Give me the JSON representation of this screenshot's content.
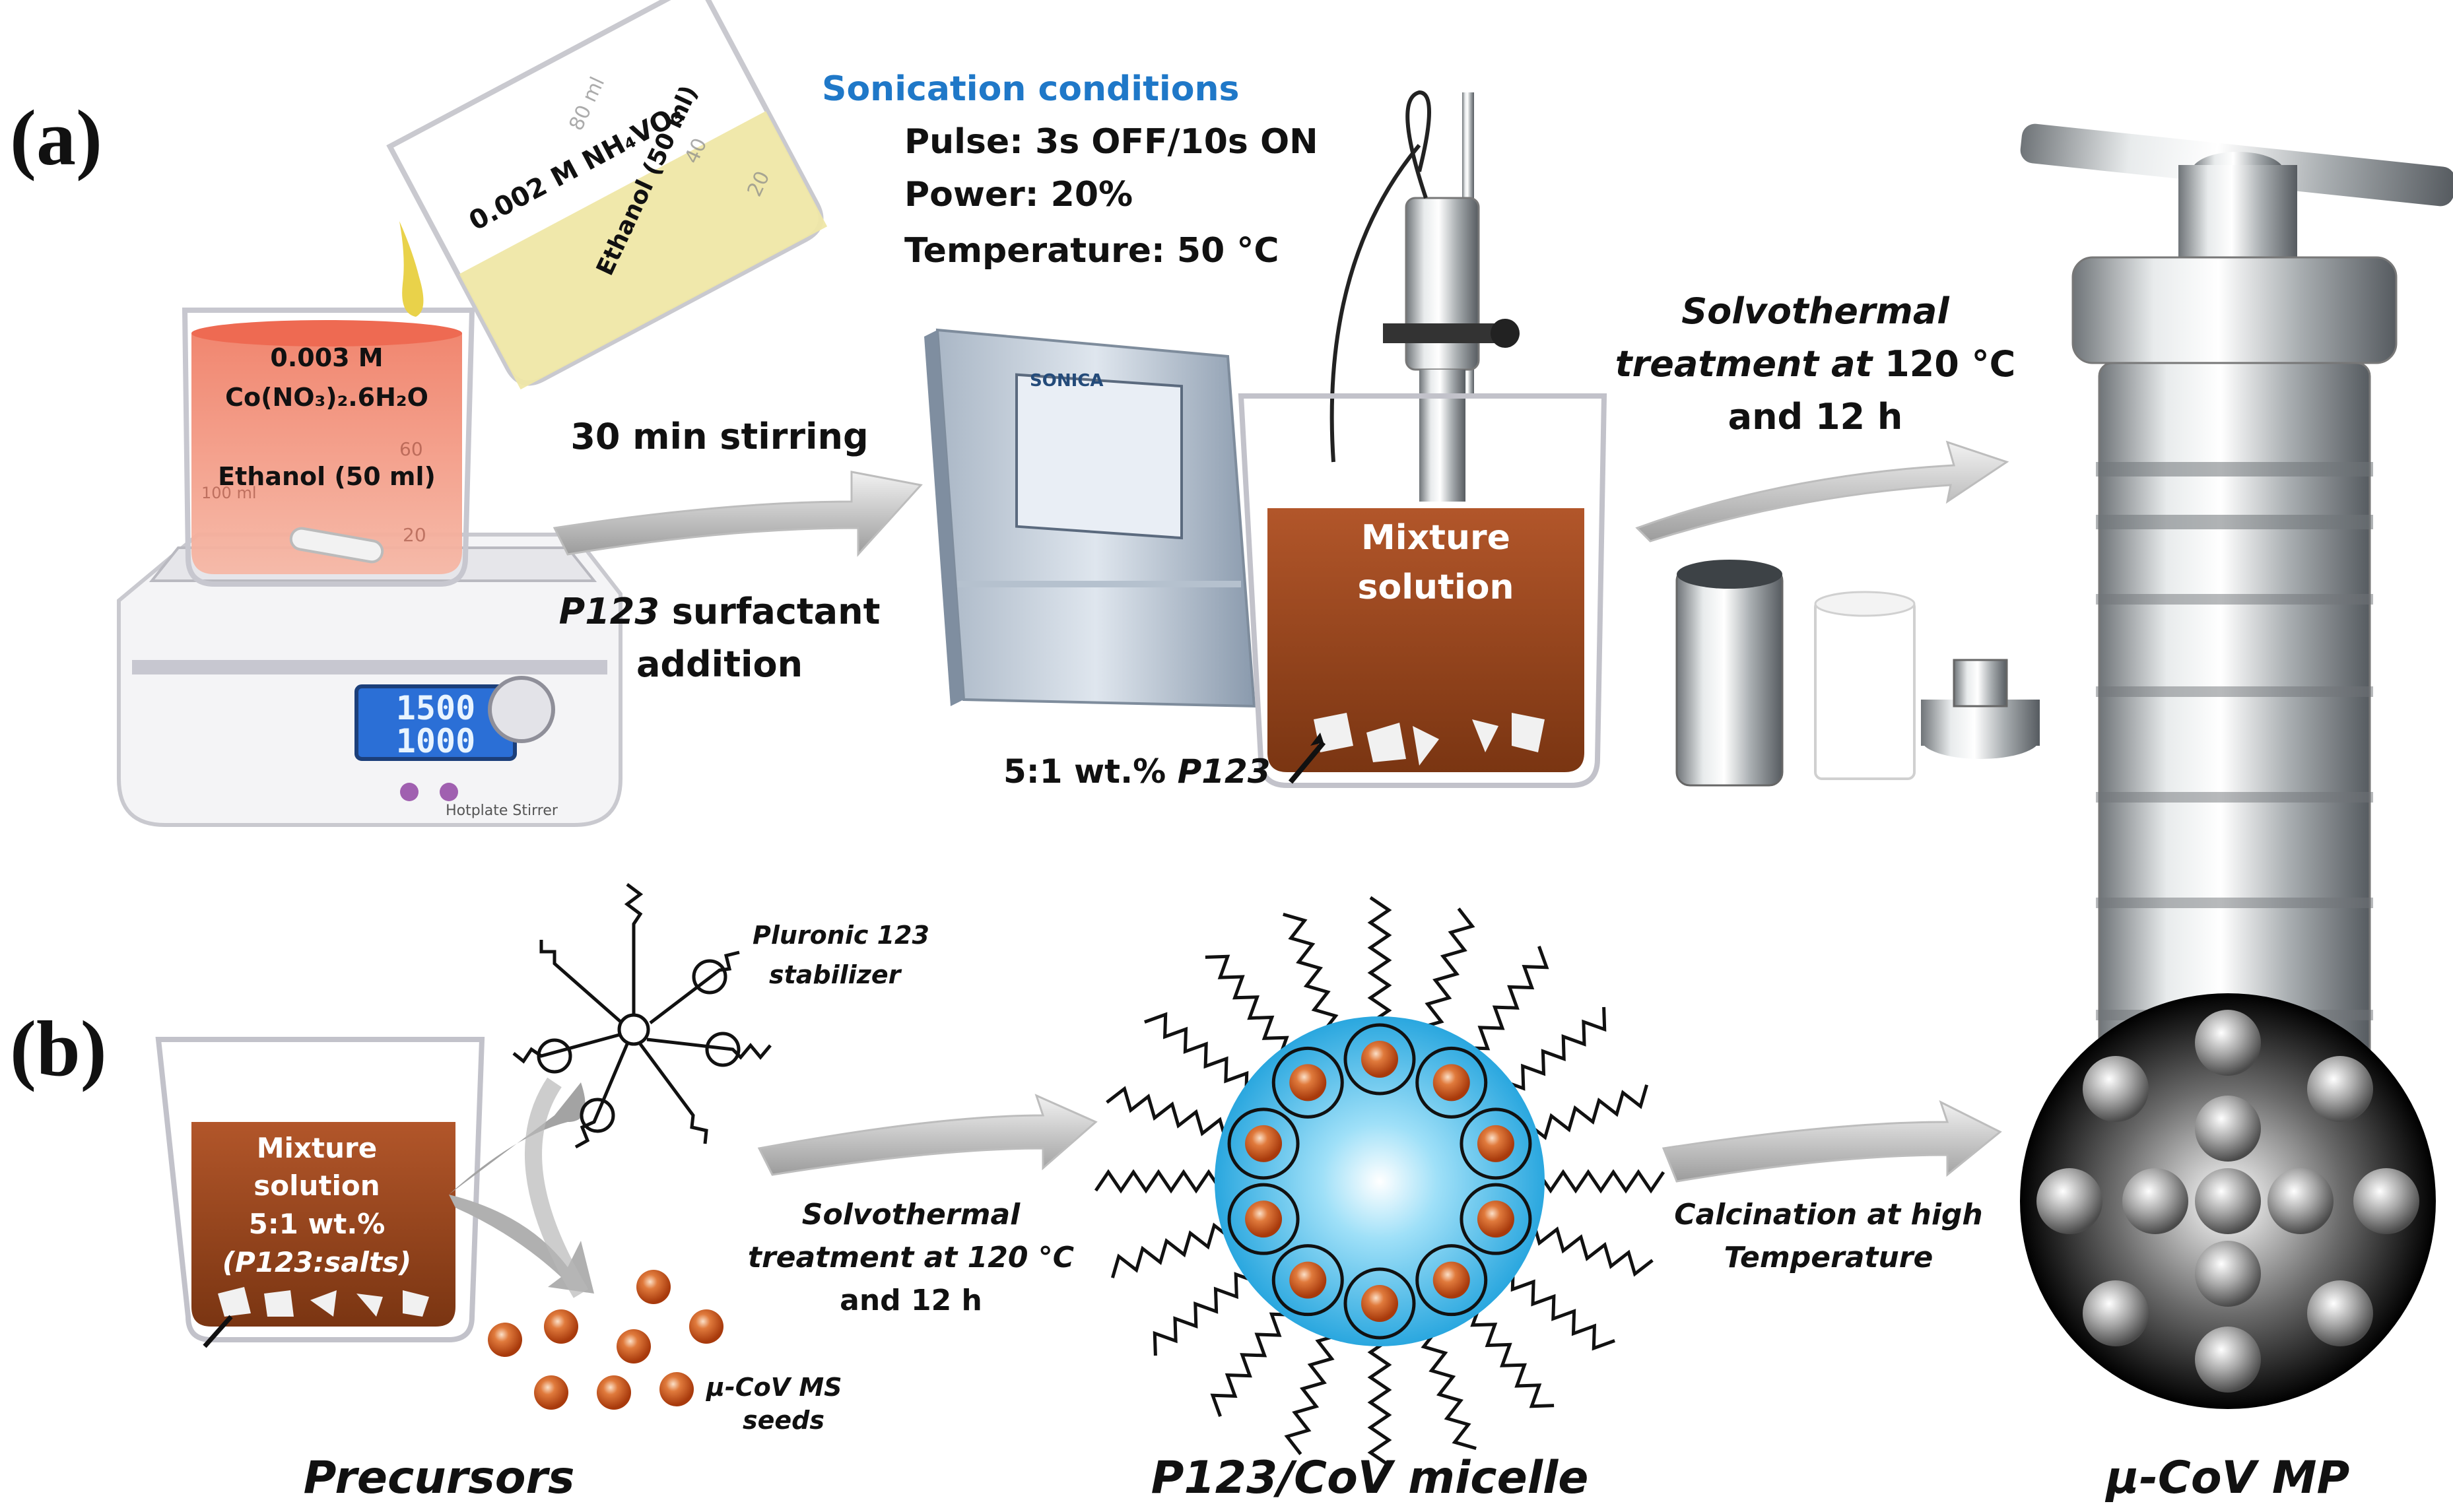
{
  "panel_a": {
    "label": "(a)",
    "pour_beaker": {
      "solution": "0.002 M NH₄VO₃",
      "solvent": "Ethanol (50 ml)",
      "marks": [
        "80 ml",
        "40",
        "20"
      ]
    },
    "stir_beaker": {
      "concentration": "0.003 M",
      "salt": "Co(NO₃)₂.6H₂O",
      "solvent": "Ethanol (50 ml)",
      "marks": [
        "60",
        "100 ml",
        "20"
      ]
    },
    "hotplate": {
      "display_line1": "1500",
      "display_line2": "1000",
      "caption": "Hotplate Stirrer"
    },
    "arrow1": {
      "top": "30 min stirring",
      "bottom_italic": "P123",
      "bottom_rest": " surfactant",
      "bottom_line2": "addition"
    },
    "sonication": {
      "title": "Sonication conditions",
      "pulse": "Pulse: 3s OFF/10s ON",
      "power": "Power: 20%",
      "temperature": "Temperature: 50 °C",
      "brand": "SONICA"
    },
    "mixture_beaker": {
      "label_line1": "Mixture",
      "label_line2": "solution",
      "ratio": "5:1 wt.% ",
      "ratio_italic": "P123"
    },
    "arrow2": {
      "line1": "Solvothermal",
      "line2_italic": "treatment at",
      "line2_rest": " 120 °C",
      "line3": "and 12 h"
    }
  },
  "panel_b": {
    "label": "(b)",
    "beaker": {
      "line1": "Mixture",
      "line2": "solution",
      "line3": "5:1 wt.%",
      "line4": "(P123:salts)"
    },
    "stabilizer": {
      "line1": "Pluronic 123",
      "line2": "stabilizer"
    },
    "seeds": {
      "line1": "μ-CoV MS",
      "line2": "seeds"
    },
    "arrow1": {
      "line1": "Solvothermal",
      "line2": "treatment at 120 °C",
      "line3": "and 12 h"
    },
    "arrow2": {
      "line1": "Calcination at high",
      "line2": "Temperature"
    },
    "captions": {
      "precursors": "Precursors",
      "micelle": "P123/CoV micelle",
      "product": "μ-CoV MP"
    }
  },
  "colors": {
    "sonication_title": "#1f78c8",
    "mixture": "#9a4a1e",
    "red_solution": "#ef7560",
    "yellow_solution": "#f0ebb0",
    "micelle": "#4bbde9",
    "seed": "#d2561d"
  }
}
